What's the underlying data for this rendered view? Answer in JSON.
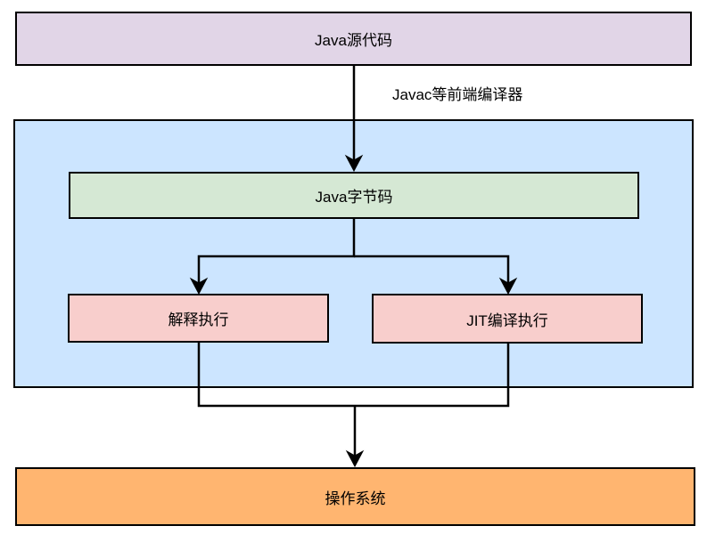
{
  "nodes": {
    "java_source": {
      "label": "Java源代码",
      "color": "#e1d5e7"
    },
    "jvm_container": {
      "label": "",
      "color": "#cce5ff"
    },
    "bytecode": {
      "label": "Java字节码",
      "color": "#d5e8d4"
    },
    "interpret": {
      "label": "解释执行",
      "color": "#f8cecc"
    },
    "jit": {
      "label": "JIT编译执行",
      "color": "#f8cecc"
    },
    "os": {
      "label": "操作系统",
      "color": "#ffb570"
    }
  },
  "edges": {
    "source_to_bytecode_label": "Javac等前端编译器"
  }
}
